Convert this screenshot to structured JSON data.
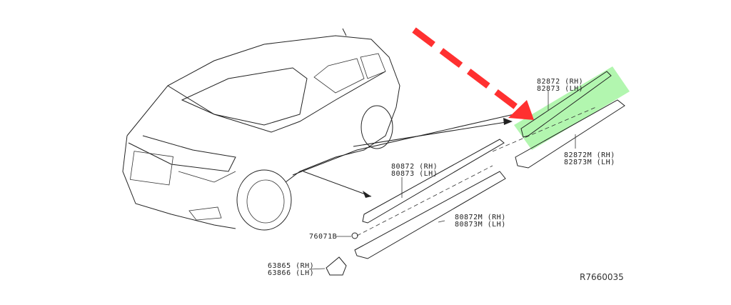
{
  "diagram_id": "R7660035",
  "highlight_color": "#a8f5a0",
  "arrow_color": "#ff3030",
  "parts": [
    {
      "rh": "82872 (RH)",
      "lh": "82873 (LH)"
    },
    {
      "rh": "82872M (RH)",
      "lh": "82873M (LH)"
    },
    {
      "rh": "80872 (RH)",
      "lh": "80873 (LH)"
    },
    {
      "rh": "80872M (RH)",
      "lh": "80873M (LH)"
    },
    {
      "single": "76071B"
    },
    {
      "rh": "63865 (RH)",
      "lh": "63866 (LH)"
    }
  ]
}
